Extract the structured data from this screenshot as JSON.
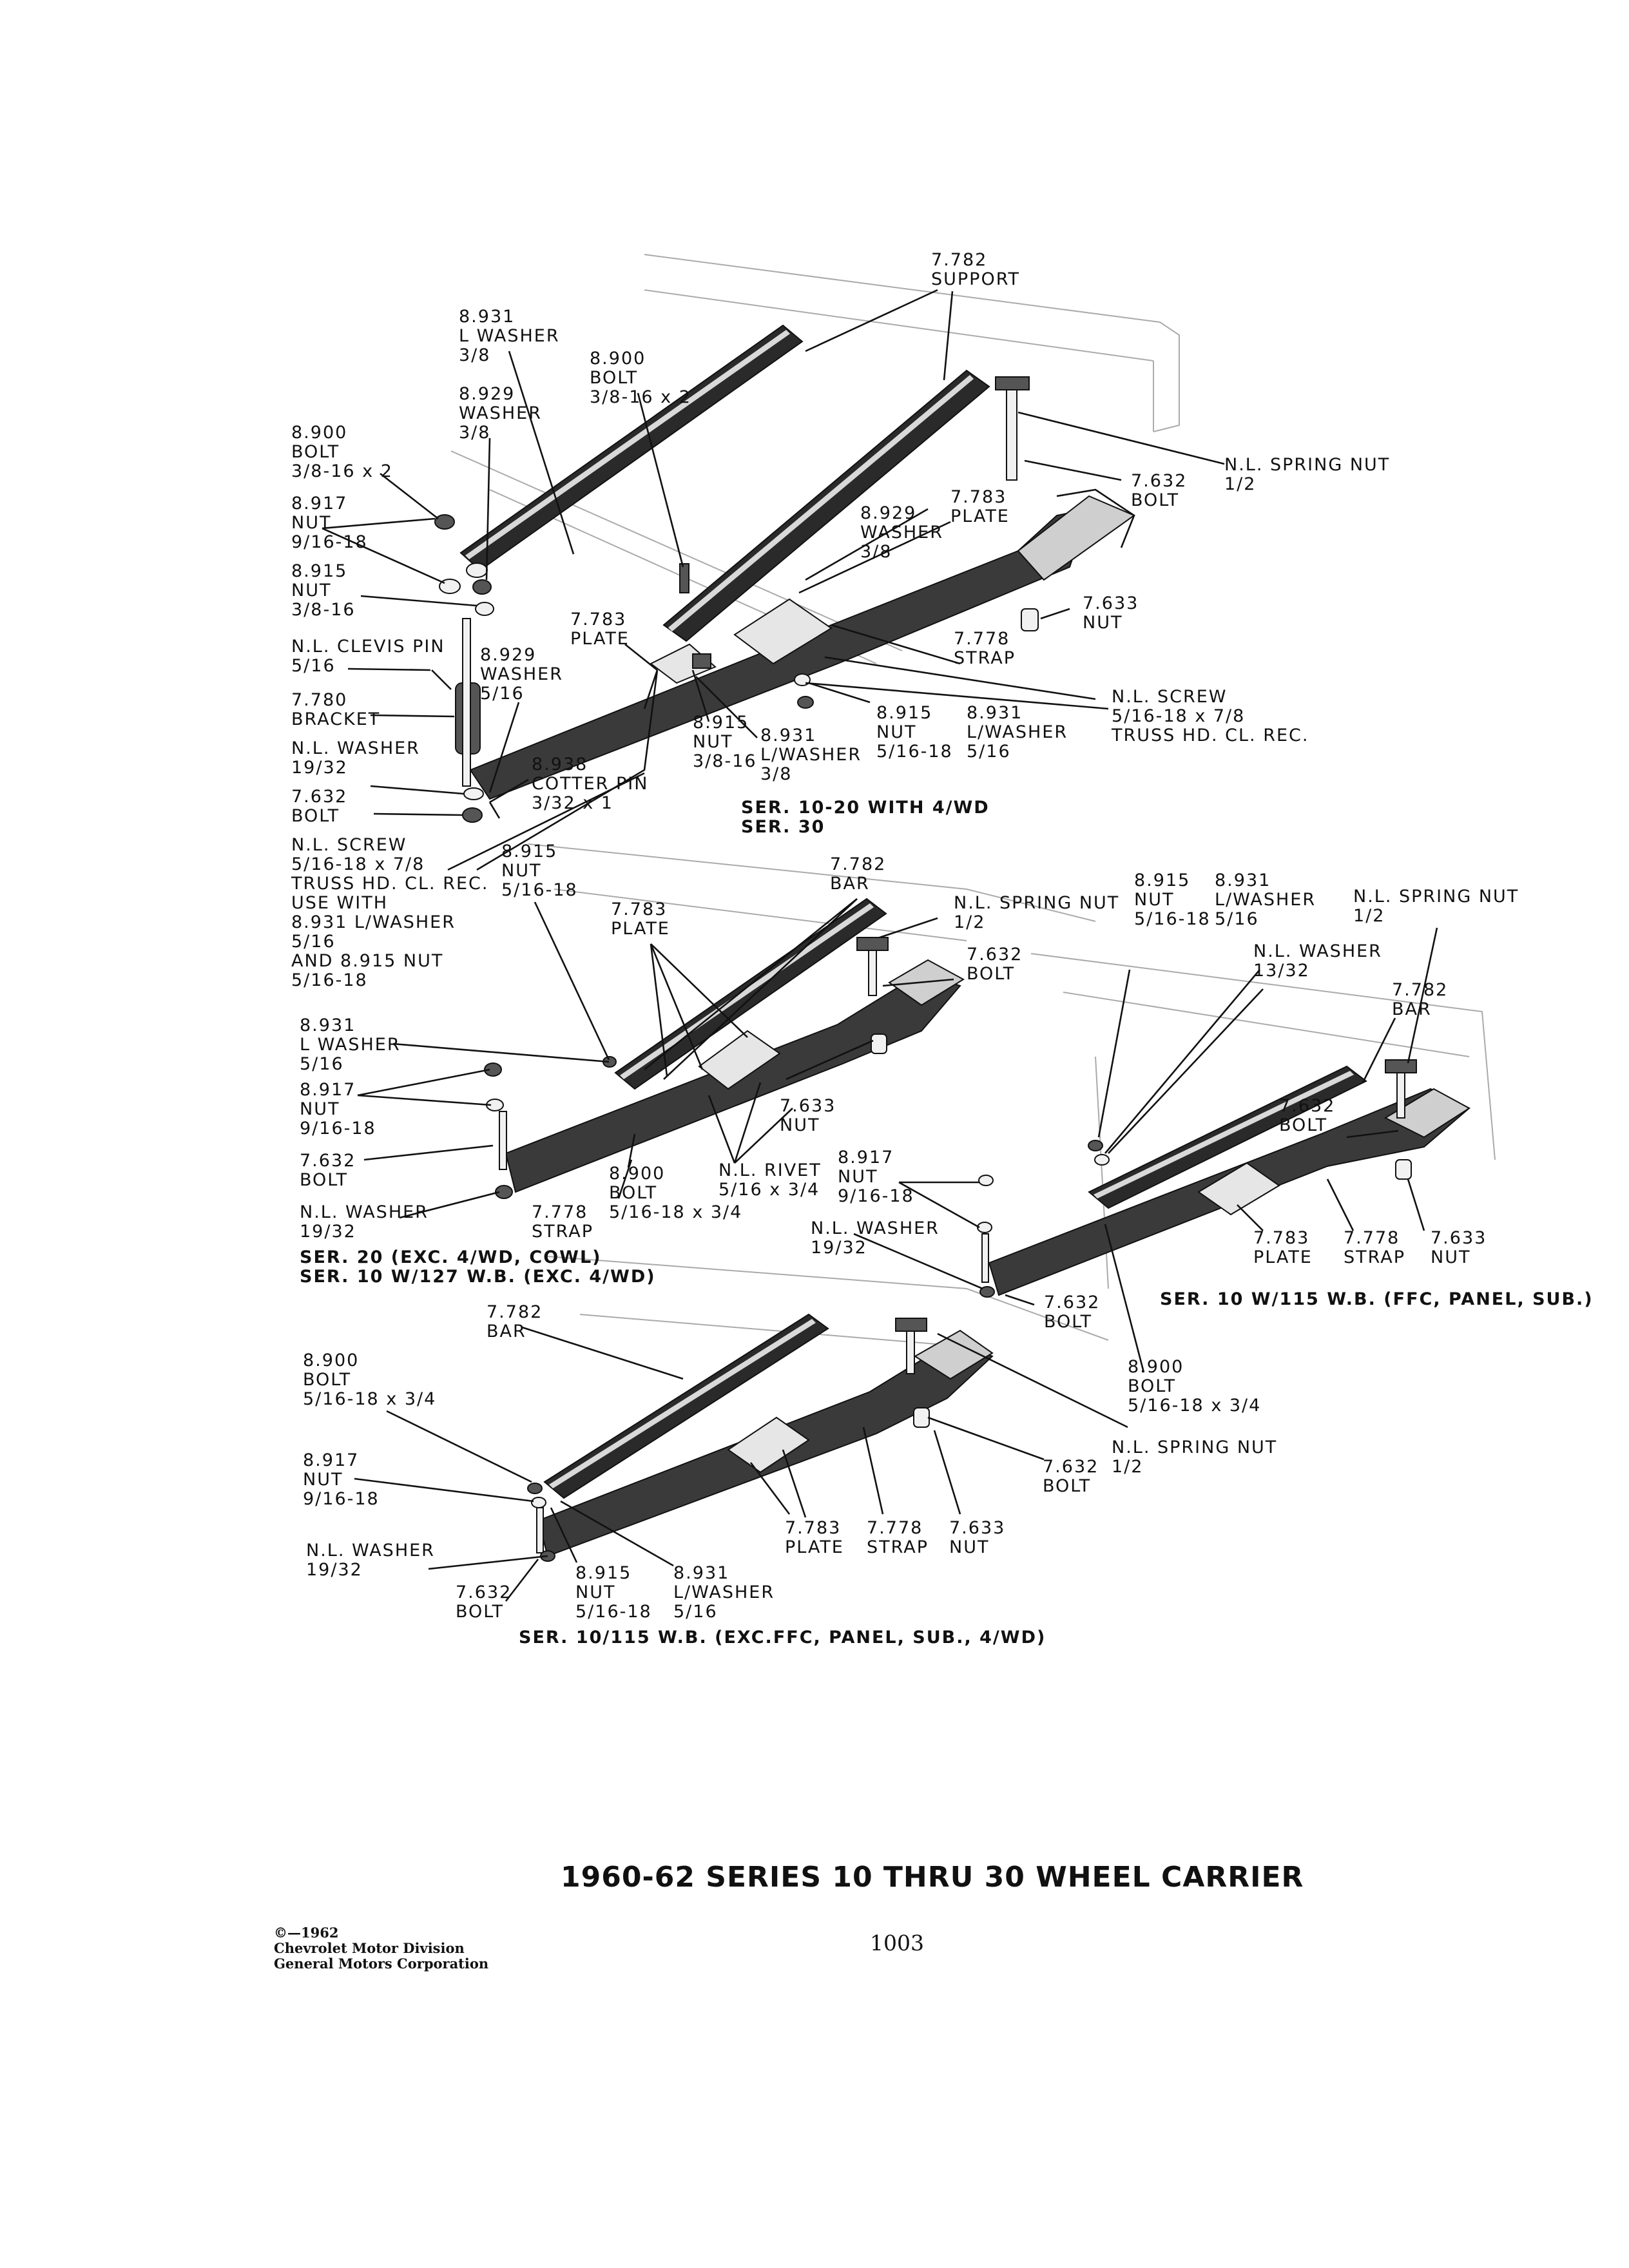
{
  "title": "1960-62 SERIES 10 THRU 30 WHEEL CARRIER",
  "copyright": [
    "©—1962",
    "Chevrolet Motor Division",
    "General Motors Corporation"
  ],
  "page_number": "1003",
  "captions": {
    "top": [
      "SER. 10-20 WITH 4/WD",
      "SER. 30"
    ],
    "middle_left": [
      "SER. 20 (EXC. 4/WD, COWL)",
      "SER. 10 W/127 W.B. (EXC. 4/WD)"
    ],
    "middle_right": "SER. 10 W/115 W.B. (FFC, PANEL, SUB.)",
    "bottom": "SER. 10/115 W.B. (EXC.FFC, PANEL, SUB., 4/WD)"
  },
  "labels": {
    "a1": [
      "7.782",
      "SUPPORT"
    ],
    "a2": [
      "8.931",
      "L WASHER",
      "3/8"
    ],
    "a3": [
      "8.900",
      "BOLT",
      "3/8-16 x 2"
    ],
    "a4": [
      "8.929",
      "WASHER",
      "3/8"
    ],
    "a5": [
      "8.900",
      "BOLT",
      "3/8-16 x 2"
    ],
    "a6": [
      "8.917",
      "NUT",
      "9/16-18"
    ],
    "a7": [
      "8.915",
      "NUT",
      "3/8-16"
    ],
    "a8": [
      "N.L. SPRING NUT",
      "1/2"
    ],
    "a9": [
      "7.632",
      "BOLT"
    ],
    "a10": [
      "7.783",
      "PLATE"
    ],
    "a11": [
      "8.929",
      "WASHER",
      "3/8"
    ],
    "a12": [
      "7.633",
      "NUT"
    ],
    "a13": [
      "7.778",
      "STRAP"
    ],
    "a14": [
      "7.783",
      "PLATE"
    ],
    "a15": [
      "N.L. CLEVIS PIN",
      "5/16"
    ],
    "a16": [
      "8.929",
      "WASHER",
      "5/16"
    ],
    "a17": [
      "7.780",
      "BRACKET"
    ],
    "a18": [
      "N.L. WASHER",
      "19/32"
    ],
    "a19": [
      "7.632",
      "BOLT"
    ],
    "a20": [
      "8.938",
      "COTTER PIN",
      "3/32 x 1"
    ],
    "a21": [
      "8.915",
      "NUT",
      "3/8-16"
    ],
    "a22": [
      "8.931",
      "L/WASHER",
      "3/8"
    ],
    "a23": [
      "8.915",
      "NUT",
      "5/16-18"
    ],
    "a24": [
      "8.931",
      "L/WASHER",
      "5/16"
    ],
    "a25": [
      "N.L. SCREW",
      "5/16-18 x 7/8",
      "TRUSS HD. CL. REC."
    ],
    "b1": [
      "N.L. SCREW",
      "5/16-18 x 7/8",
      "TRUSS HD. CL. REC.",
      "USE WITH",
      "8.931 L/WASHER",
      "5/16",
      "AND 8.915 NUT",
      "5/16-18"
    ],
    "b2": [
      "8.915",
      "NUT",
      "5/16-18"
    ],
    "b3": [
      "7.782",
      "BAR"
    ],
    "b4": [
      "7.783",
      "PLATE"
    ],
    "b5": [
      "N.L. SPRING NUT",
      "1/2"
    ],
    "b6": [
      "7.632",
      "BOLT"
    ],
    "b7": [
      "8.931",
      "L WASHER",
      "5/16"
    ],
    "b8": [
      "8.917",
      "NUT",
      "9/16-18"
    ],
    "b9": [
      "7.633",
      "NUT"
    ],
    "b10": [
      "7.632",
      "BOLT"
    ],
    "b11": [
      "8.900",
      "BOLT",
      "5/16-18 x 3/4"
    ],
    "b12": [
      "N.L. RIVET",
      "5/16 x 3/4"
    ],
    "b13": [
      "N.L. WASHER",
      "19/32"
    ],
    "b14": [
      "7.778",
      "STRAP"
    ],
    "c1": [
      "8.915",
      "NUT",
      "5/16-18"
    ],
    "c2": [
      "8.931",
      "L/WASHER",
      "5/16"
    ],
    "c3": [
      "N.L. SPRING NUT",
      "1/2"
    ],
    "c4": [
      "N.L. WASHER",
      "13/32"
    ],
    "c5": [
      "7.782",
      "BAR"
    ],
    "c6": [
      "7.632",
      "BOLT"
    ],
    "c7": [
      "8.917",
      "NUT",
      "9/16-18"
    ],
    "c8": [
      "N.L. WASHER",
      "19/32"
    ],
    "c9": [
      "7.783",
      "PLATE"
    ],
    "c10": [
      "7.778",
      "STRAP"
    ],
    "c11": [
      "7.633",
      "NUT"
    ],
    "c12": [
      "7.632",
      "BOLT"
    ],
    "d1": [
      "7.782",
      "BAR"
    ],
    "d2": [
      "8.900",
      "BOLT",
      "5/16-18 x 3/4"
    ],
    "d3": [
      "8.900",
      "BOLT",
      "5/16-18 x 3/4"
    ],
    "d4": [
      "N.L. SPRING NUT",
      "1/2"
    ],
    "d5": [
      "8.917",
      "NUT",
      "9/16-18"
    ],
    "d6": [
      "7.632",
      "BOLT"
    ],
    "d7": [
      "N.L. WASHER",
      "19/32"
    ],
    "d8": [
      "7.783",
      "PLATE"
    ],
    "d9": [
      "7.778",
      "STRAP"
    ],
    "d10": [
      "7.633",
      "NUT"
    ],
    "d11": [
      "7.632",
      "BOLT"
    ],
    "d12": [
      "8.915",
      "NUT",
      "5/16-18"
    ],
    "d13": [
      "8.931",
      "L/WASHER",
      "5/16"
    ]
  }
}
